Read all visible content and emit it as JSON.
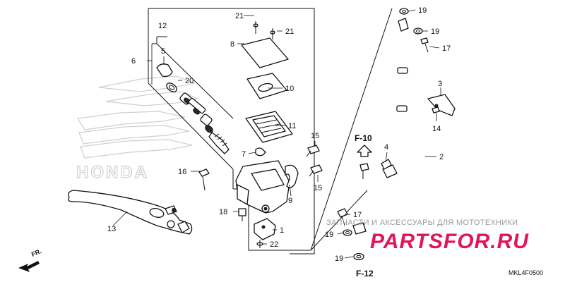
{
  "diagram": {
    "code": "MKL4F0500",
    "watermark": {
      "text": "ЗАПЧАСТИ И АКСЕССУАРЫ ДЛЯ МОТОТЕХНИКИ",
      "logo": "PARTSFOR.RU"
    },
    "background_logo": "HONDA",
    "direction": "FR.",
    "refs": {
      "f10": "F-10",
      "f12": "F-12"
    },
    "callouts": {
      "c1": "1",
      "c2": "2",
      "c3": "3",
      "c4": "4",
      "c5": "5",
      "c6": "6",
      "c7": "7",
      "c8": "8",
      "c9": "9",
      "c10": "10",
      "c11": "11",
      "c12": "12",
      "c13": "13",
      "c14": "14",
      "c15a": "15",
      "c15b": "15",
      "c16": "16",
      "c17a": "17",
      "c17b": "17",
      "c18": "18",
      "c19a": "19",
      "c19b": "19",
      "c19c": "19",
      "c19d": "19",
      "c20": "20",
      "c21a": "21",
      "c21b": "21",
      "c22": "22"
    }
  }
}
